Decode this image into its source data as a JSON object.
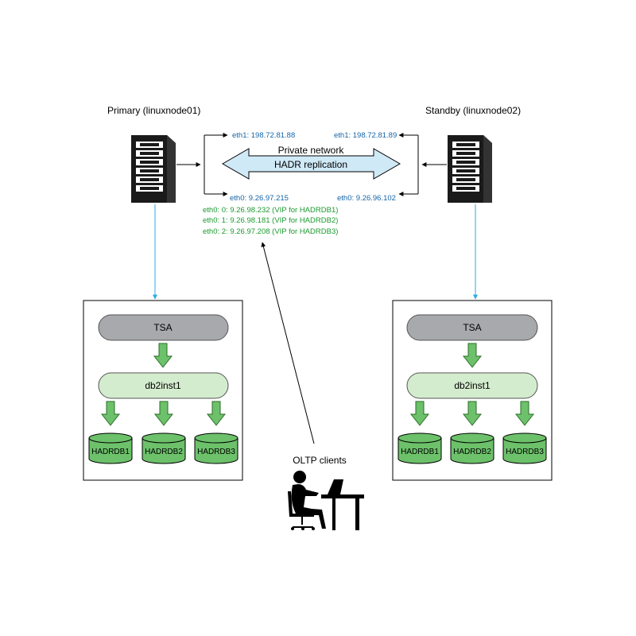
{
  "primary": {
    "title": "Primary (linuxnode01)",
    "eth1": "eth1: 198.72.81.88",
    "eth0": "eth0: 9.26.97.215",
    "vips": [
      "eth0: 0: 9.26.98.232 (VIP for HADRDB1)",
      "eth0: 1: 9.26.98.181 (VIP for HADRDB2)",
      "eth0: 2: 9.26.97.208 (VIP for HADRDB3)"
    ],
    "tsa": "TSA",
    "instance": "db2inst1",
    "databases": [
      "HADRDB1",
      "HADRDB2",
      "HADRDB3"
    ]
  },
  "standby": {
    "title": "Standby (linuxnode02)",
    "eth1": "eth1: 198.72.81.89",
    "eth0": "eth0: 9.26.96.102",
    "tsa": "TSA",
    "instance": "db2inst1",
    "databases": [
      "HADRDB1",
      "HADRDB2",
      "HADRDB3"
    ]
  },
  "network": {
    "private_label": "Private network",
    "replication_label": "HADR replication"
  },
  "clients": {
    "label": "OLTP clients"
  },
  "colors": {
    "ip_blue": "#1565a8",
    "vip_green": "#1a9a2e",
    "cyan_link": "#29abe2",
    "tsa_gray": "#a7a9ac",
    "instance_green": "#d4ecce",
    "db_green": "#6cc16a",
    "arrow_fill": "#cfe9f7"
  }
}
